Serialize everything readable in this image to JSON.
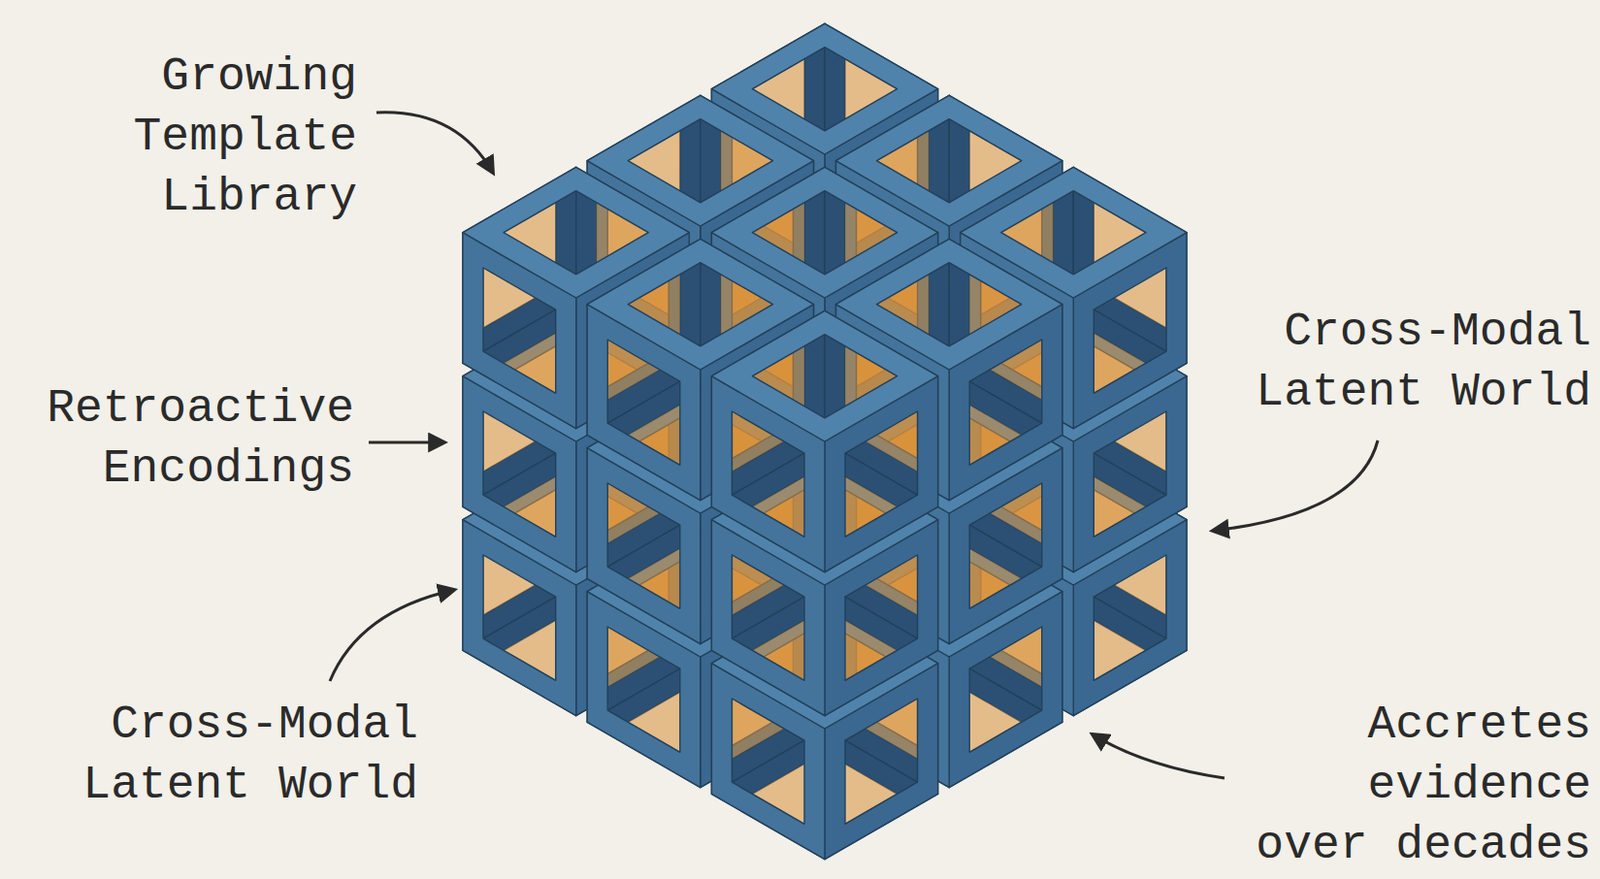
{
  "diagram": {
    "labels": [
      "Growing Template Library",
      "Retroactive Encodings",
      "Cross-Modal Latent World",
      "Cross-Modal Latent World",
      "Accretes evidence over decades"
    ]
  }
}
